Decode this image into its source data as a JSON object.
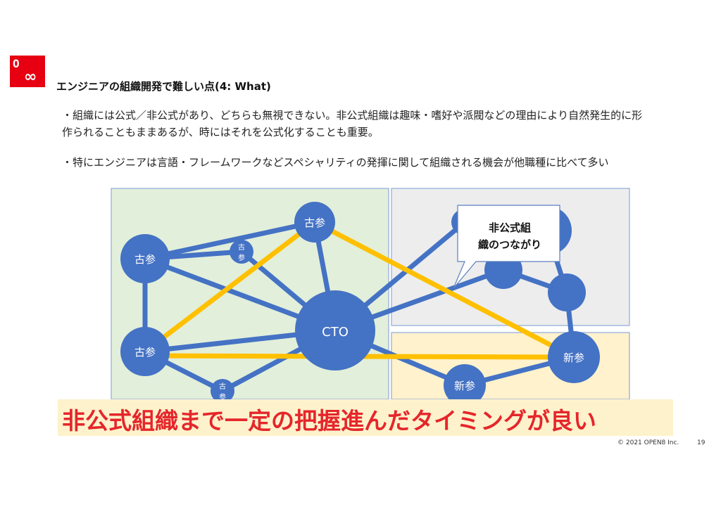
{
  "logo": {
    "line1": "O",
    "line2": "∞"
  },
  "title": "エンジニアの組織開発で難しい点(4: What)",
  "paragraphs": [
    "・組織には公式／非公式があり、どちらも無視できない。非公式組織は趣味・嗜好や派閥などの理由により自然発生的に形作られることもままあるが、時にはそれを公式化することも重要。",
    "・特にエンジニアは言語・フレームワークなどスペシャリティの発揮に関して組織される機会が他職種に比べて多い"
  ],
  "diagram": {
    "nodes": {
      "cto": "CTO",
      "senior_top": "古参",
      "senior_left": "古参",
      "senior_bottom": "古参",
      "senior_small_top": "古参",
      "senior_small_bottom": "古参",
      "new_right": "新参",
      "new_bottom": "新参"
    },
    "callout": "非公式組織のつながり",
    "colors": {
      "node": "#4472c4",
      "edge": "#4472c4",
      "informal_edge": "#ffc000",
      "group_green": "#e2efda",
      "group_gray": "#ededed",
      "group_yellow": "#fff2cc"
    }
  },
  "banner": "非公式組織まで一定の把握進んだタイミングが良い",
  "footer": {
    "copyright": "© 2021 OPEN8 Inc.",
    "page": "19"
  }
}
